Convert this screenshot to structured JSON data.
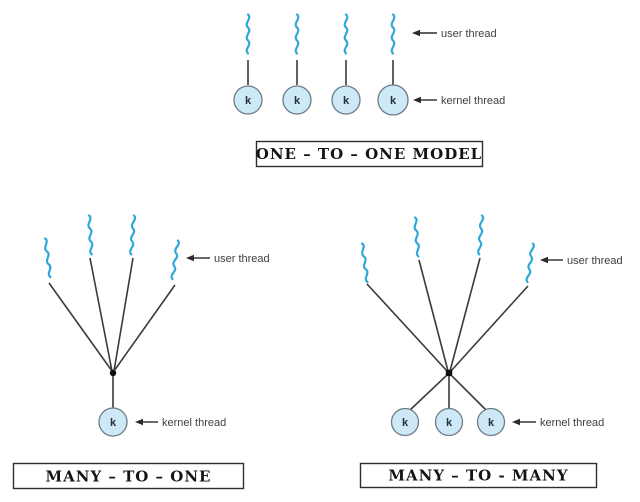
{
  "colors": {
    "user_thread": "#2fa8d8",
    "kernel_circle_fill": "#cde8f6",
    "kernel_circle_stroke": "#6e7b85",
    "kernel_letter": "#24323c",
    "connector": "#3b3b3b",
    "junction": "#101010",
    "label_arrow": "#2b2b2b",
    "label_text": "#3f3f3f",
    "box_border": "#2e2e2e",
    "box_text": "#141414"
  },
  "labels": {
    "user_thread": "user thread",
    "kernel_thread": "kernel thread",
    "kernel_letter": "k"
  },
  "models": {
    "one_to_one": {
      "title": "ONE – TO – ONE MODEL",
      "user_threads": 4,
      "kernel_threads": 4
    },
    "many_to_one": {
      "title": "MANY – TO – ONE",
      "user_threads": 4,
      "kernel_threads": 1
    },
    "many_to_many": {
      "title": "MANY – TO - MANY",
      "user_threads": 4,
      "kernel_threads": 3
    }
  }
}
